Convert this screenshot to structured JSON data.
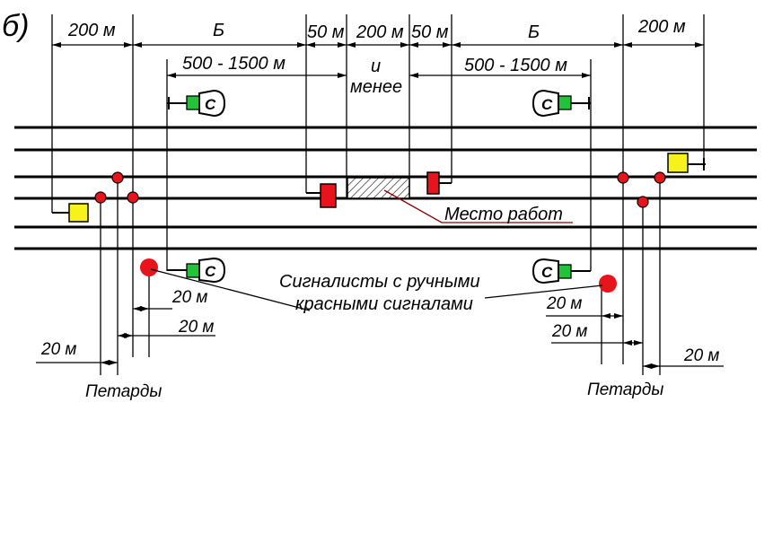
{
  "part_label": "б)",
  "dims": {
    "d200_left": "200 м",
    "b_left": "Б",
    "d50_left": "50 м",
    "d200_center": "200 м",
    "d50_right": "50 м",
    "b_right": "Б",
    "d200_right": "200 м",
    "range_left": "500 - 1500 м",
    "range_right": "500 - 1500 м",
    "and_less_1": "и",
    "and_less_2": "менее"
  },
  "signal_letter": "С",
  "labels": {
    "work_site": "Место работ",
    "signalmen_1": "Сигналисты с ручными",
    "signalmen_2": "красными сигналами",
    "petards_left": "Петарды",
    "petards_right": "Петарды"
  },
  "small_dims": {
    "l1": "20 м",
    "l2": "20 м",
    "l3": "20 м",
    "r1": "20 м",
    "r2": "20 м",
    "r3": "20 м"
  },
  "colors": {
    "red": "#e8141b",
    "yellow": "#f7f21a",
    "green": "#22c33a",
    "line": "#000000"
  }
}
